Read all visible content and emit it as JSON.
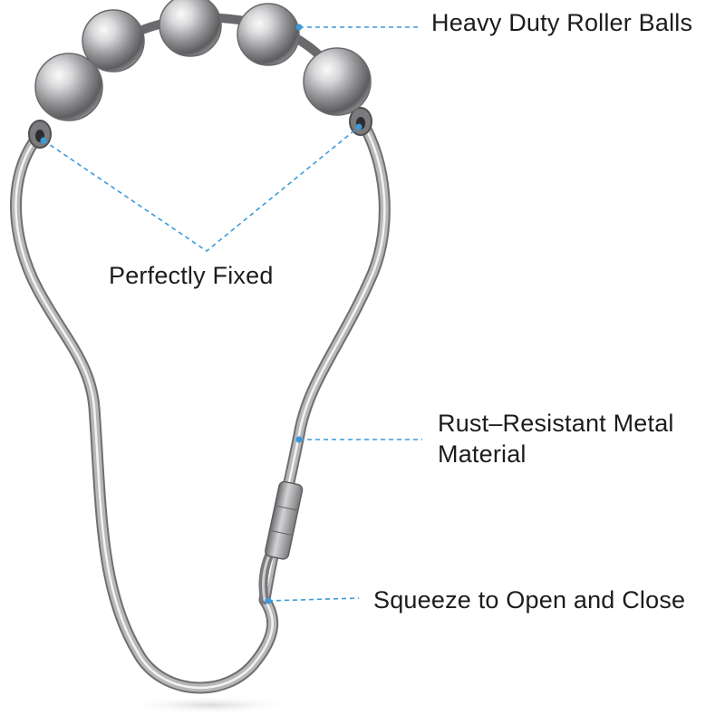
{
  "callouts": {
    "roller_balls": "Heavy Duty Roller Balls",
    "perfectly_fixed": "Perfectly Fixed",
    "rust_resistant_line1": "Rust–Resistant Metal",
    "rust_resistant_line2": "Material",
    "squeeze": "Squeeze to Open and Close"
  },
  "colors": {
    "background": "#ffffff",
    "leader_line": "#3a9ad9",
    "text": "#1c1c1c",
    "metal": "#a9a9ab"
  }
}
